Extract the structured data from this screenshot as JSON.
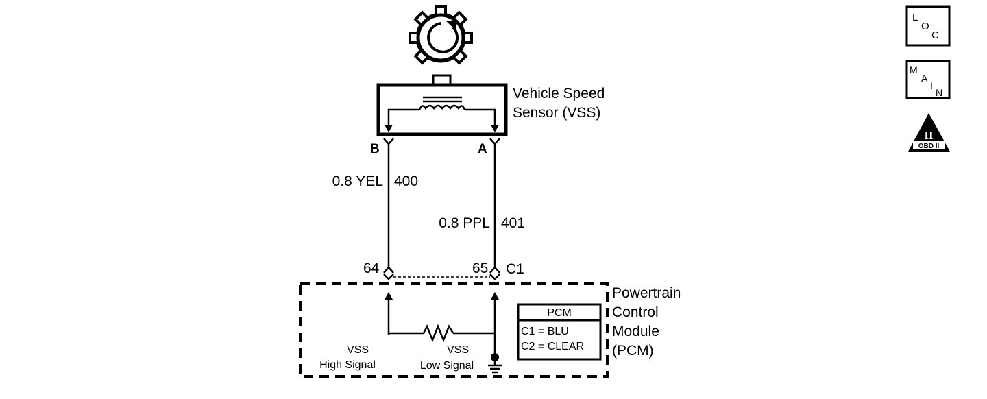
{
  "sensor": {
    "name_line1": "Vehicle Speed",
    "name_line2": "Sensor (VSS)",
    "terminal_b": "B",
    "terminal_a": "A"
  },
  "wires": [
    {
      "size_color": "0.8 YEL",
      "circuit": "400"
    },
    {
      "size_color": "0.8 PPL",
      "circuit": "401"
    }
  ],
  "pcm_pins": {
    "pin_high": "64",
    "pin_low": "65",
    "connector": "C1"
  },
  "pcm": {
    "name_lines": [
      "Powertrain",
      "Control",
      "Module",
      "(PCM)"
    ],
    "high_signal_line1": "VSS",
    "high_signal_line2": "High Signal",
    "low_signal_line1": "VSS",
    "low_signal_line2": "Low Signal",
    "legend_title": "PCM",
    "legend_rows": [
      "C1 = BLU",
      "C2 = CLEAR"
    ]
  },
  "nav": {
    "loc_letters": [
      "L",
      "O",
      "C"
    ],
    "main_letters": [
      "M",
      "A",
      "I",
      "N"
    ],
    "obd_roman": "II",
    "obd_label": "OBD II"
  }
}
